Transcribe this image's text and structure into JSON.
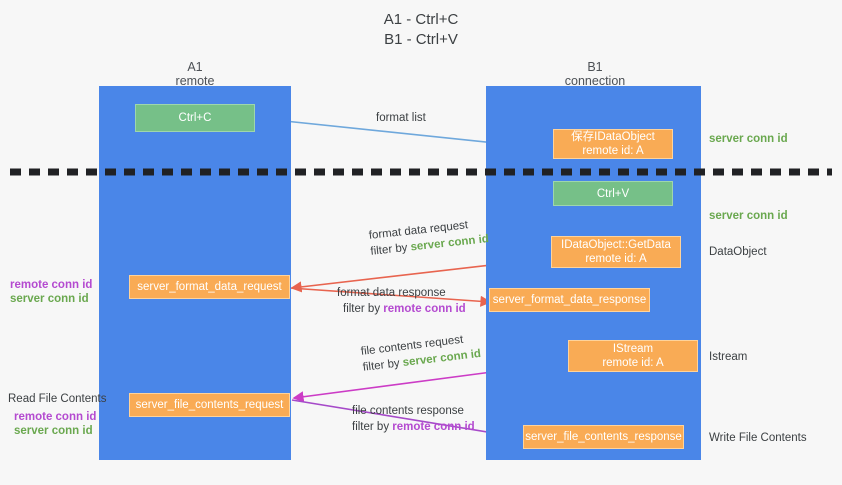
{
  "title": {
    "line1": "A1 - Ctrl+C",
    "line2": "B1 - Ctrl+V"
  },
  "columns": [
    {
      "name": "A1",
      "sub": "remote"
    },
    {
      "name": "B1",
      "sub": "connection"
    }
  ],
  "colors": {
    "lane": "#4a86e8",
    "green_box": "#76c088",
    "orange_box": "#f9ab55",
    "server_conn_id": "#6aa84f",
    "remote_conn_id": "#b44ad0",
    "arrow_blue": "#6fa8dc",
    "arrow_red": "#e8644f",
    "arrow_magenta": "#cc3cc6",
    "arrow_purple": "#a64ac9",
    "arrow_black": "#000000",
    "divider": "#202124"
  },
  "boxes": {
    "ctrl_c": {
      "line1": "Ctrl+C",
      "line2": ""
    },
    "save_data_object": {
      "line1": "保存IDataObject",
      "line2": "remote id: A"
    },
    "ctrl_v": {
      "line1": "Ctrl+V",
      "line2": ""
    },
    "get_data": {
      "line1": "IDataObject::GetData",
      "line2": "remote id: A"
    },
    "server_format_data_request": {
      "line1": "server_format_data_request",
      "line2": ""
    },
    "server_format_data_response": {
      "line1": "server_format_data_response",
      "line2": ""
    },
    "istream": {
      "line1": "IStream",
      "line2": "remote id: A"
    },
    "server_file_contents_request": {
      "line1": "server_file_contents_request",
      "line2": ""
    },
    "server_file_contents_response": {
      "line1": "server_file_contents_response",
      "line2": ""
    }
  },
  "arrow_labels": {
    "format_list": {
      "line1": "format list"
    },
    "format_data_request": {
      "line1": "format data request",
      "prefix": "filter by ",
      "token": "server conn id"
    },
    "format_data_response": {
      "line1": "format data response",
      "prefix": "filter by ",
      "token": "remote conn id"
    },
    "file_contents_request": {
      "line1": "file contents request",
      "prefix": "filter by ",
      "token": "server conn id"
    },
    "file_contents_response": {
      "line1": "file contents response",
      "prefix": "filter by ",
      "token": "remote conn id"
    }
  },
  "right_labels": {
    "server_conn_id_top": "server conn id",
    "server_conn_id_mid": "server conn id",
    "data_object": "DataObject",
    "istream": "Istream",
    "write_file_contents": "Write File Contents"
  },
  "left_labels": {
    "remote_conn_id_mid": "remote conn id",
    "server_conn_id_mid": "server conn id",
    "read_file_contents": "Read File Contents",
    "remote_conn_id_low": "remote conn id",
    "server_conn_id_low": "server conn id"
  }
}
